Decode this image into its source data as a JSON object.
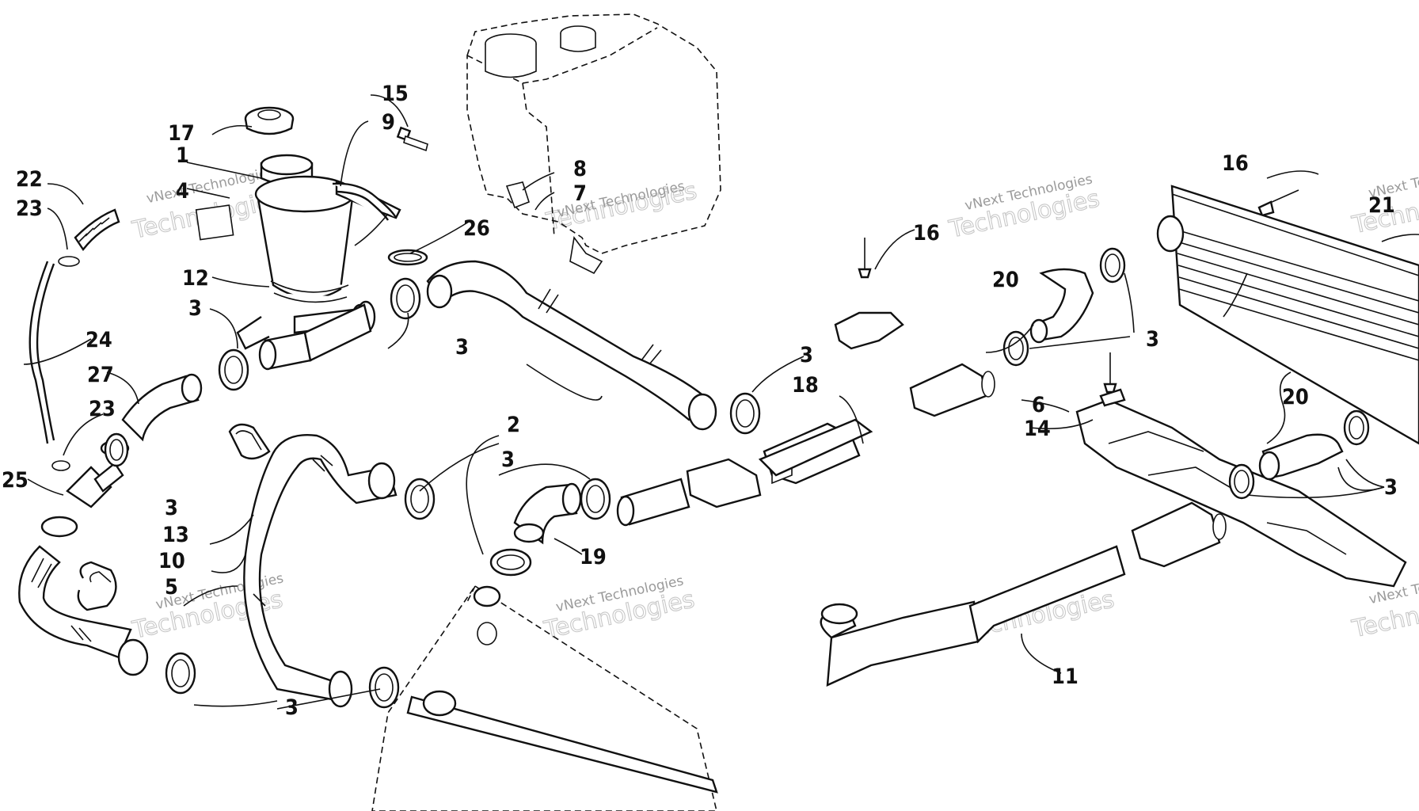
{
  "watermark": {
    "brand": "vNext Technologies",
    "word1": "vNext",
    "word2": "Technologies"
  },
  "labels": {
    "l1": "1",
    "l2": "2",
    "l3": "3",
    "l4": "4",
    "l5": "5",
    "l6": "6",
    "l7": "7",
    "l8": "8",
    "l9": "9",
    "l10": "10",
    "l11": "11",
    "l12": "12",
    "l13": "13",
    "l14": "14",
    "l15": "15",
    "l16": "16",
    "l17": "17",
    "l18": "18",
    "l19": "19",
    "l20": "20",
    "l21": "21",
    "l22": "22",
    "l23": "23",
    "l24": "24",
    "l25": "25",
    "l26": "26",
    "l27": "27"
  }
}
